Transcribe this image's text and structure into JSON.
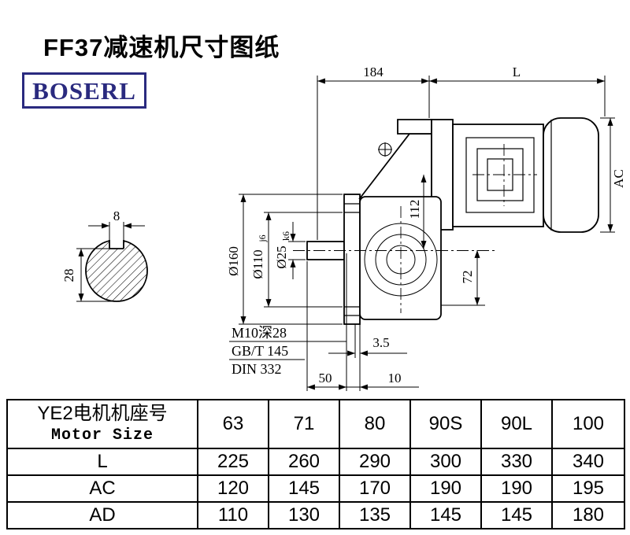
{
  "page": {
    "title": "FF37减速机尺寸图纸",
    "logo_text": "BOSERL"
  },
  "drawing": {
    "d184": "184",
    "dL": "L",
    "dAC": "AC",
    "d112": "112",
    "d72": "72",
    "d160": "Ø160",
    "d110": "Ø110",
    "d110tol": "j6",
    "d25": "Ø25",
    "d25tol": "k6",
    "d8": "8",
    "d28": "28",
    "m10": "M10深28",
    "gbt": "GB/T 145",
    "din": "DIN 332",
    "d35": "3.5",
    "d50": "50",
    "d10": "10"
  },
  "table": {
    "header": {
      "line1": "YE2电机机座号",
      "line2": "Motor Size"
    },
    "columns": [
      "63",
      "71",
      "80",
      "90S",
      "90L",
      "100"
    ],
    "rows": [
      {
        "label": "L",
        "values": [
          "225",
          "260",
          "290",
          "300",
          "330",
          "340"
        ]
      },
      {
        "label": "AC",
        "values": [
          "120",
          "145",
          "170",
          "190",
          "190",
          "195"
        ]
      },
      {
        "label": "AD",
        "values": [
          "110",
          "130",
          "135",
          "145",
          "145",
          "180"
        ]
      }
    ]
  }
}
